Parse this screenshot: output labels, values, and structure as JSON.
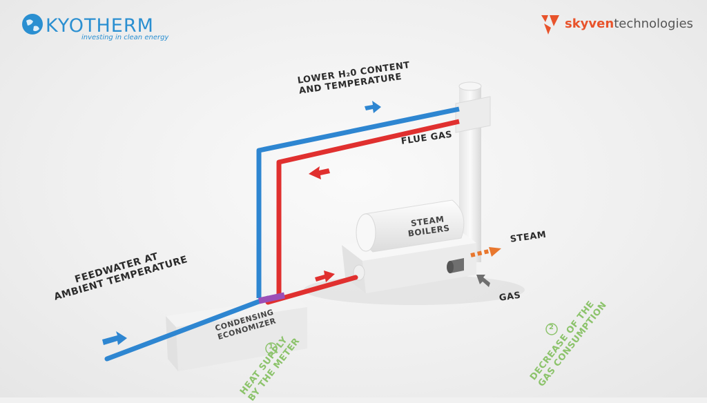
{
  "logos": {
    "kyotherm": {
      "name": "KYOTHERM",
      "tagline": "investing in clean energy"
    },
    "skyven": {
      "brand": "skyven",
      "suffix": "technologies"
    }
  },
  "labels": {
    "lower_h2o_line1": "LOWER H₂0 CONTENT",
    "lower_h2o_line2": "AND TEMPERATURE",
    "flue_gas": "FLUE GAS",
    "steam_boilers_line1": "STEAM",
    "steam_boilers_line2": "BOILERS",
    "steam": "STEAM",
    "gas": "GAS",
    "feedwater_line1": "FEEDWATER AT",
    "feedwater_line2": "AMBIENT TEMPERATURE",
    "economizer_line1": "CONDENSING",
    "economizer_line2": "ECONOMIZER"
  },
  "benefits": [
    {
      "number": "1",
      "line1": "HEAT SUPPLY",
      "line2": "BY THE METER"
    },
    {
      "number": "2",
      "line1": "DECREASE OF THE",
      "line2": "GAS CONSUMPTION"
    }
  ],
  "colors": {
    "cold_pipe": "#2e86d1",
    "hot_pipe": "#e0302f",
    "steam_arrow": "#e8772e",
    "gas_arrow": "#6f6f6f",
    "benefit_green": "#8cc36b"
  }
}
